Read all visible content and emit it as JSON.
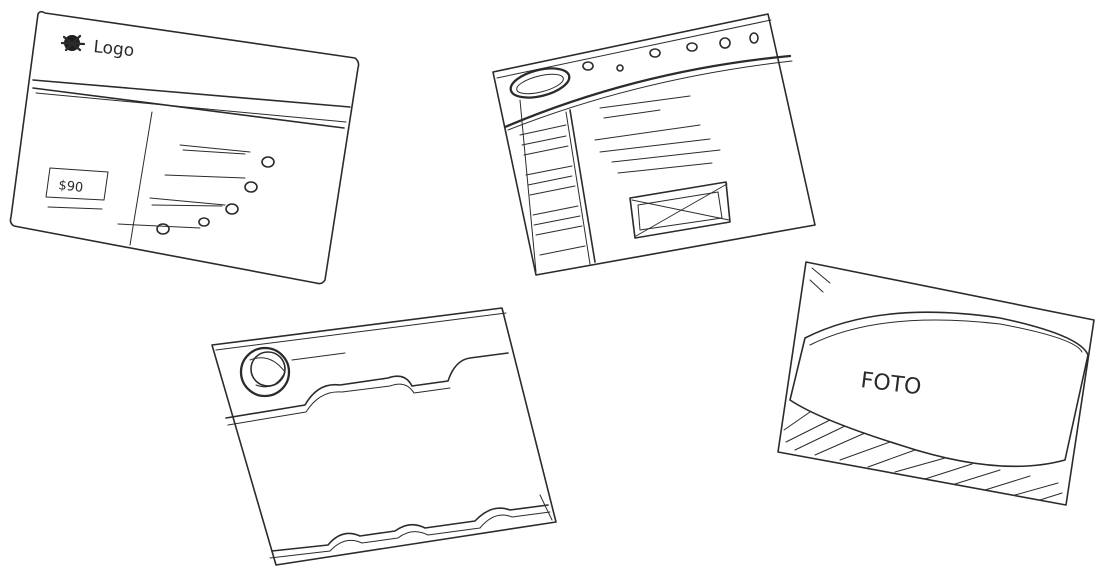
{
  "sketches": [
    {
      "id": "sketch-1",
      "logo_text": "Logo",
      "price_text": "$90"
    },
    {
      "id": "sketch-2"
    },
    {
      "id": "sketch-3"
    },
    {
      "id": "sketch-4",
      "photo_text": "FOTO"
    }
  ],
  "colors": {
    "paper": "#ffffff",
    "pencil": "#2b2b2b"
  }
}
